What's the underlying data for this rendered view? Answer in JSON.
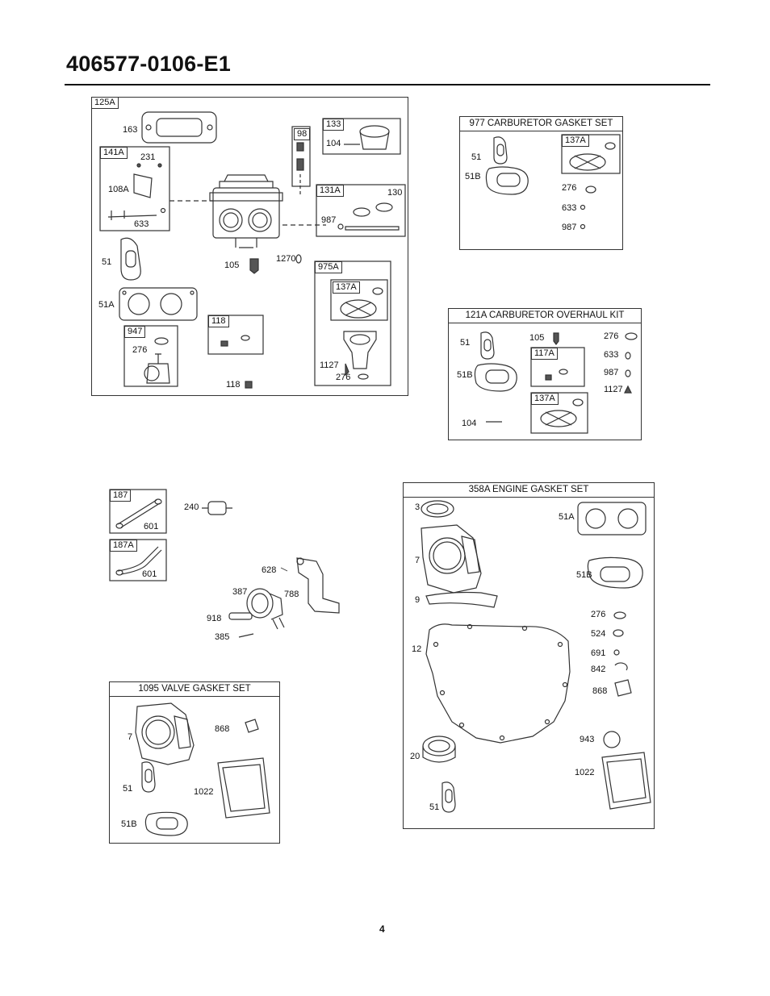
{
  "page_title": "406577-0106-E1",
  "page_number": "4",
  "panels": {
    "p125a": {
      "tag": "125A",
      "labels": {
        "l163": "163",
        "l231": "231",
        "l108a": "108A",
        "l633": "633",
        "l98": "98",
        "l104": "104",
        "l130": "130",
        "l987": "987",
        "l51": "51",
        "l105": "105",
        "l1270": "1270",
        "l51a": "51A",
        "l276": "276",
        "l118b": "118",
        "l1127": "1127",
        "l276b": "276"
      },
      "subtags": {
        "t141a": "141A",
        "t133": "133",
        "t131a": "131A",
        "t975a": "975A",
        "t137a": "137A",
        "t947": "947",
        "t118": "118"
      }
    },
    "p977": {
      "title": "977 CARBURETOR GASKET SET",
      "labels": {
        "l51": "51",
        "l51b": "51B",
        "l276": "276",
        "l633": "633",
        "l987": "987"
      },
      "subtags": {
        "t137a": "137A"
      }
    },
    "p121a": {
      "title": "121A CARBURETOR OVERHAUL KIT",
      "labels": {
        "l51": "51",
        "l105": "105",
        "l276": "276",
        "l633": "633",
        "l987": "987",
        "l1127": "1127",
        "l51b": "51B",
        "l104": "104"
      },
      "subtags": {
        "t117a": "117A",
        "t137a": "137A"
      }
    },
    "misc": {
      "labels": {
        "l240": "240",
        "l628": "628",
        "l387": "387",
        "l788": "788",
        "l918": "918",
        "l385": "385",
        "l601a": "601",
        "l601b": "601"
      },
      "subtags": {
        "t187": "187",
        "t187a": "187A"
      }
    },
    "p358a": {
      "title": "358A ENGINE GASKET SET",
      "labels": {
        "l3": "3",
        "l51a": "51A",
        "l7": "7",
        "l51b": "51B",
        "l9": "9",
        "l276": "276",
        "l524": "524",
        "l691": "691",
        "l842": "842",
        "l12": "12",
        "l868": "868",
        "l943": "943",
        "l20": "20",
        "l1022": "1022",
        "l51": "51"
      }
    },
    "p1095": {
      "title": "1095 VALVE GASKET SET",
      "labels": {
        "l7": "7",
        "l868": "868",
        "l51": "51",
        "l1022": "1022",
        "l51b": "51B"
      }
    }
  }
}
